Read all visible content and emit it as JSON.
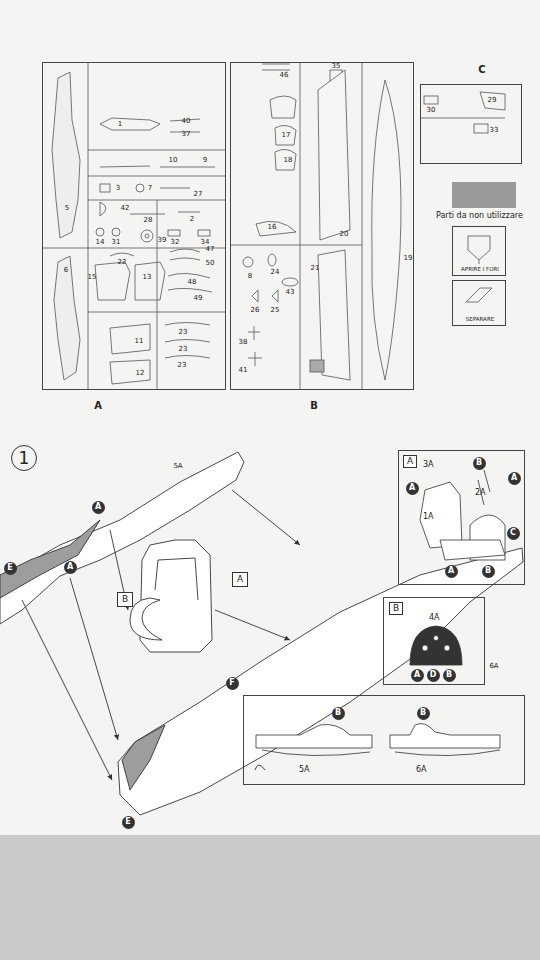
{
  "diagram": {
    "nodes": [
      {
        "text": [
          "A"
        ]
      },
      {
        "text": [
          "B"
        ]
      },
      {
        "text": [
          "C"
        ]
      },
      {
        "text": [
          "Parti da non utilizzare"
        ]
      },
      {
        "text": [
          "APRIRE I FORI"
        ]
      },
      {
        "text": [
          "SEPARARE"
        ]
      },
      {
        "text": [
          "1"
        ]
      },
      {
        "text": [
          "A"
        ]
      },
      {
        "text": [
          "A",
          "3A",
          "2A",
          "1A"
        ]
      },
      {
        "text": [
          "B"
        ],
        "in": 8
      },
      {
        "text": [
          "A"
        ],
        "in": 8
      },
      {
        "text": [
          "A"
        ],
        "in": 8
      },
      {
        "text": [
          "C"
        ],
        "in": 8
      },
      {
        "text": [
          "A"
        ],
        "in": 8
      },
      {
        "text": [
          "B"
        ],
        "in": 8
      },
      {
        "text": [
          "A"
        ]
      },
      {
        "text": [
          "E"
        ]
      },
      {
        "text": [
          "A"
        ]
      },
      {
        "text": [
          "B"
        ]
      },
      {
        "text": [
          "B",
          "4A"
        ]
      },
      {
        "text": [
          "A"
        ],
        "in": 19
      },
      {
        "text": [
          "D"
        ],
        "in": 19
      },
      {
        "text": [
          "B"
        ],
        "in": 19
      },
      {
        "text": [
          "F"
        ]
      },
      {
        "text": [
          "5A",
          "6A"
        ]
      },
      {
        "text": [
          "B"
        ],
        "in": 24
      },
      {
        "text": [
          "B"
        ],
        "in": 24
      },
      {
        "text": [
          "E"
        ]
      }
    ],
    "labels": [
      "1",
      "40",
      "37",
      "5",
      "10",
      "9",
      "3",
      "7",
      "27",
      "42",
      "28",
      "2",
      "14",
      "31",
      "39",
      "32",
      "34",
      "22",
      "47",
      "50",
      "6",
      "15",
      "13",
      "48",
      "49",
      "11",
      "23",
      "23",
      "23",
      "12",
      "46",
      "35",
      "17",
      "18",
      "20",
      "19",
      "16",
      "24",
      "8",
      "43",
      "21",
      "26",
      "25",
      "38",
      "41",
      "30",
      "29",
      "33",
      "5A",
      "6A"
    ]
  }
}
